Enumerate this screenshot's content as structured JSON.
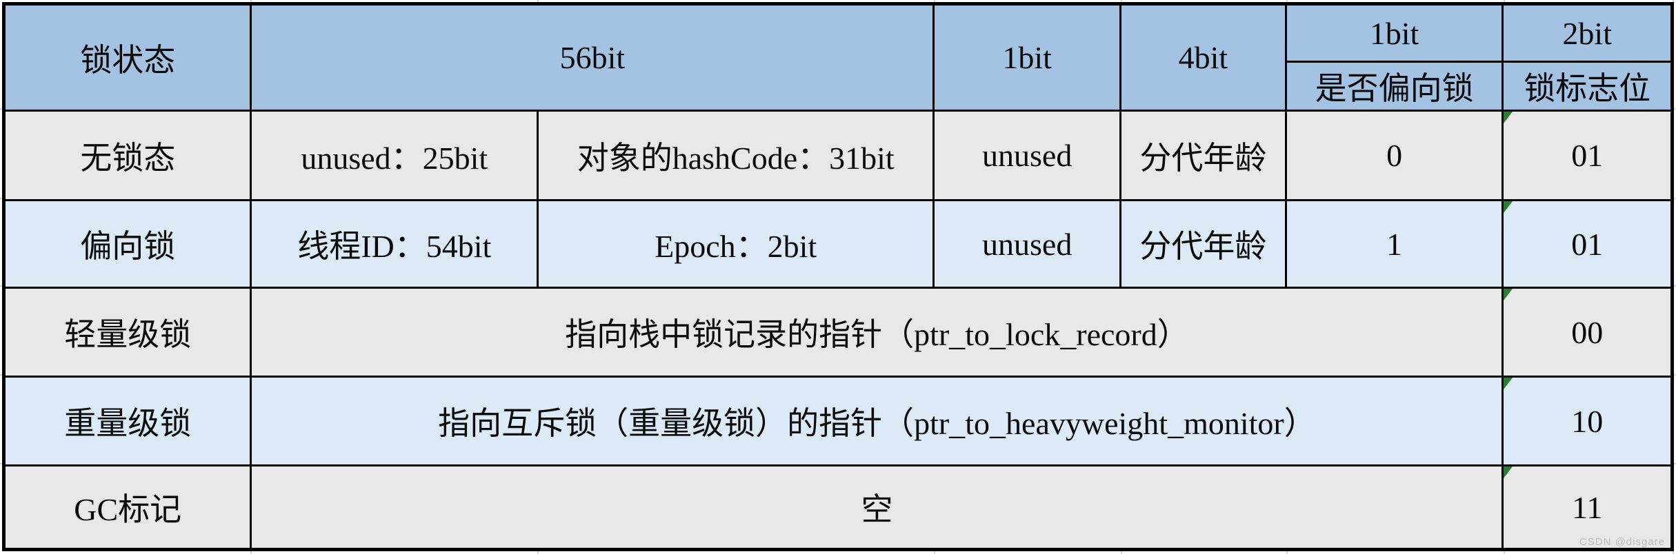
{
  "colors": {
    "header_blue": "#a4c2e2",
    "row_gray": "#e8e8e8",
    "row_light_blue": "#dce9f6",
    "border_black": "#000000",
    "indicator_green": "#2f7a35",
    "watermark_gray": "#bdbdbd"
  },
  "table": {
    "header": {
      "lock_state": "锁状态",
      "bits_56": "56bit",
      "bits_1": "1bit",
      "bits_4": "4bit",
      "bias_bits": "1bit",
      "bias_label": "是否偏向锁",
      "flag_bits": "2bit",
      "flag_label": "锁标志位"
    },
    "rows": [
      {
        "state": "无锁态",
        "cells": [
          "unused：25bit",
          "对象的hashCode：31bit",
          "unused",
          "分代年龄",
          "0"
        ],
        "flag": "01"
      },
      {
        "state": "偏向锁",
        "cells": [
          "线程ID：54bit",
          "Epoch：2bit",
          "unused",
          "分代年龄",
          "1"
        ],
        "flag": "01"
      },
      {
        "state": "轻量级锁",
        "merged": "指向栈中锁记录的指针（ptr_to_lock_record）",
        "flag": "00"
      },
      {
        "state": "重量级锁",
        "merged": "指向互斥锁（重量级锁）的指针（ptr_to_heavyweight_monitor）",
        "flag": "10"
      },
      {
        "state": "GC标记",
        "merged": "空",
        "flag": "11"
      }
    ]
  },
  "watermark": "CSDN @disgare"
}
